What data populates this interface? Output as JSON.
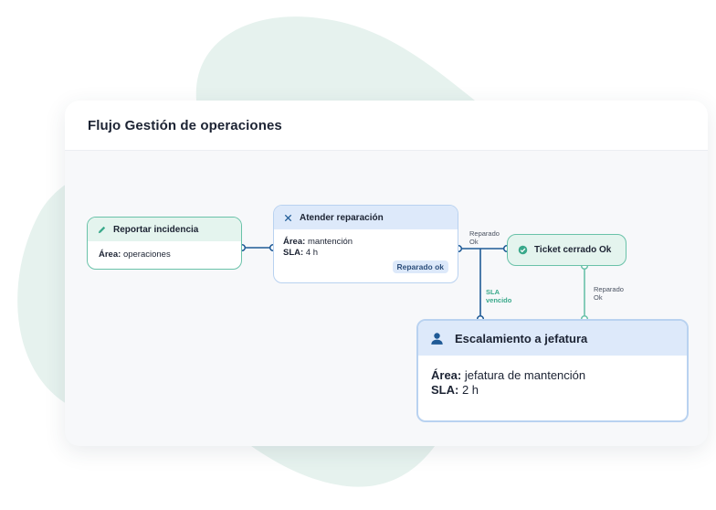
{
  "flow": {
    "title": "Flujo Gestión de operaciones",
    "nodes": [
      {
        "id": "reportar",
        "title": "Reportar incidencia",
        "icon": "pencil-icon",
        "area_label": "Área:",
        "area_value": "operaciones"
      },
      {
        "id": "atender",
        "title": "Atender reparación",
        "icon": "tools-icon",
        "area_label": "Área:",
        "area_value": "mantención",
        "sla_label": "SLA:",
        "sla_value": "4 h",
        "badge": "Reparado ok"
      },
      {
        "id": "ticket",
        "title": "Ticket cerrado Ok",
        "icon": "check-circle-icon"
      },
      {
        "id": "escalamiento",
        "title": "Escalamiento a jefatura",
        "icon": "user-icon",
        "area_label": "Área:",
        "area_value": "jefatura de mantención",
        "sla_label": "SLA:",
        "sla_value": "2 h"
      }
    ],
    "edges": [
      {
        "from": "reportar",
        "to": "atender",
        "label": ""
      },
      {
        "from": "atender",
        "to": "ticket",
        "label_line1": "Reparado",
        "label_line2": "Ok"
      },
      {
        "from": "atender",
        "to": "escalamiento",
        "label_line1": "SLA",
        "label_line2": "vencido"
      },
      {
        "from": "ticket",
        "to": "escalamiento",
        "label_line1": "Reparado",
        "label_line2": "Ok"
      }
    ]
  },
  "colors": {
    "green_accent": "#6ac2a9",
    "blue_accent": "#1f5a96",
    "blob": "#e6f2ee"
  }
}
